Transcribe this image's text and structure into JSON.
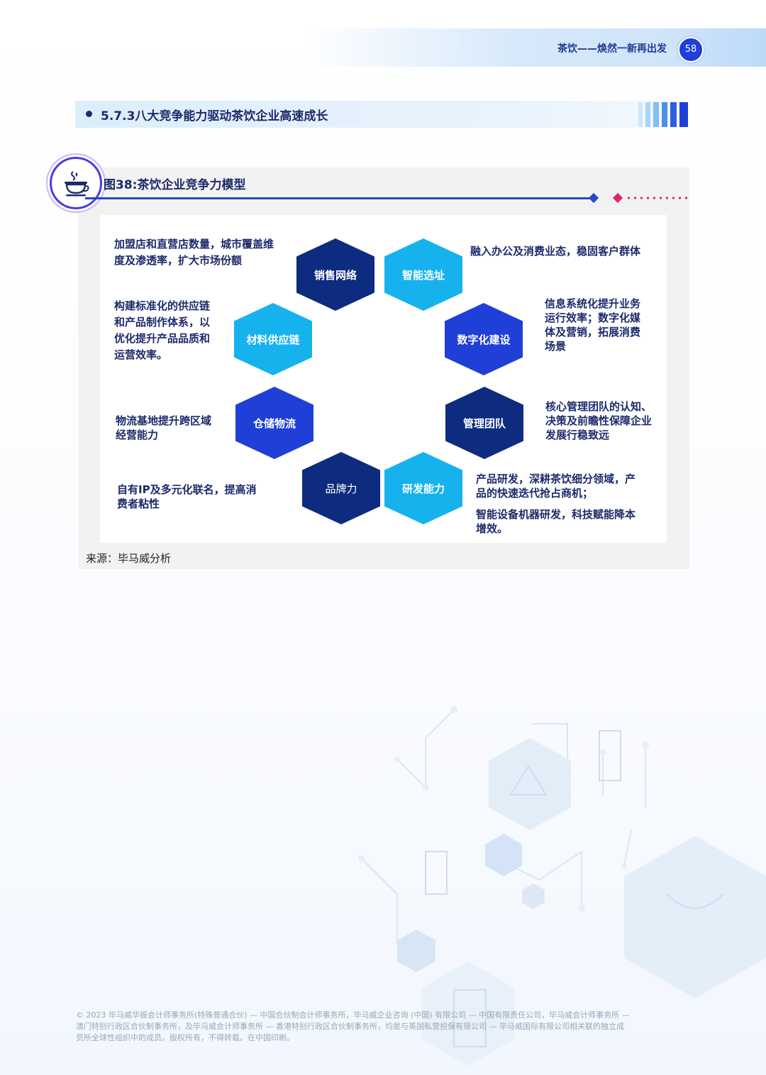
{
  "header": {
    "title": "茶饮——焕然一新再出发",
    "page_number": "58"
  },
  "section": {
    "title": "5.7.3八大竞争能力驱动茶饮企业高速成长"
  },
  "figure": {
    "title": "图38:茶饮企业竞争力模型",
    "source": "来源：毕马威分析",
    "hexagons": [
      {
        "label": "销售网络"
      },
      {
        "label": "智能选址"
      },
      {
        "label": "材料供应链"
      },
      {
        "label": "数字化建设"
      },
      {
        "label": "仓储物流"
      },
      {
        "label": "管理团队"
      },
      {
        "label": "品牌力"
      },
      {
        "label": "研发能力"
      }
    ],
    "descriptions": {
      "sales": [
        "加盟店和直营店数量，城市覆盖维",
        "度及渗透率，扩大市场份额"
      ],
      "site": [
        "融入办公及消费业态，稳固客户群体"
      ],
      "supply": [
        "构建标准化的供应链",
        "和产品制作体系，以",
        "优化提升产品品质和",
        "运营效率。"
      ],
      "digital": [
        "信息系统化提升业务",
        "运行效率；数字化媒",
        "体及营销，拓展消费",
        "场景"
      ],
      "logistics": [
        "物流基地提升跨区域",
        "经营能力"
      ],
      "management": [
        "核心管理团队的认知、",
        "决策及前瞻性保障企业",
        "发展行稳致远"
      ],
      "brand": [
        "自有IP及多元化联名，提高消",
        "费者粘性"
      ],
      "rnd": [
        "产品研发，深耕茶饮细分领域，产",
        "品的快速迭代抢占商机；",
        "智能设备机器研发，科技赋能降本",
        "增效。"
      ]
    }
  },
  "footer": {
    "lines": [
      "© 2023 毕马威华振会计师事务所(特殊普通合伙) — 中国合伙制会计师事务所，毕马威企业咨询 (中国) 有限公司 — 中国有限责任公司，毕马威会计师事务所 —",
      "澳门特别行政区合伙制事务所，及毕马威会计师事务所 — 香港特别行政区合伙制事务所，均是与英国私营担保有限公司 — 毕马威国际有限公司相关联的独立成",
      "员所全球性组织中的成员。版权所有，不得转载。在中国印刷。"
    ]
  },
  "colors": {
    "dark_navy": "#0d2c7f",
    "cyan": "#16b2ee",
    "royal_blue": "#1f3fd6",
    "accent_pink": "#e0246f",
    "text_navy": "#1d2a6b"
  },
  "icons": {
    "figure_icon": "tea-cup-icon"
  }
}
